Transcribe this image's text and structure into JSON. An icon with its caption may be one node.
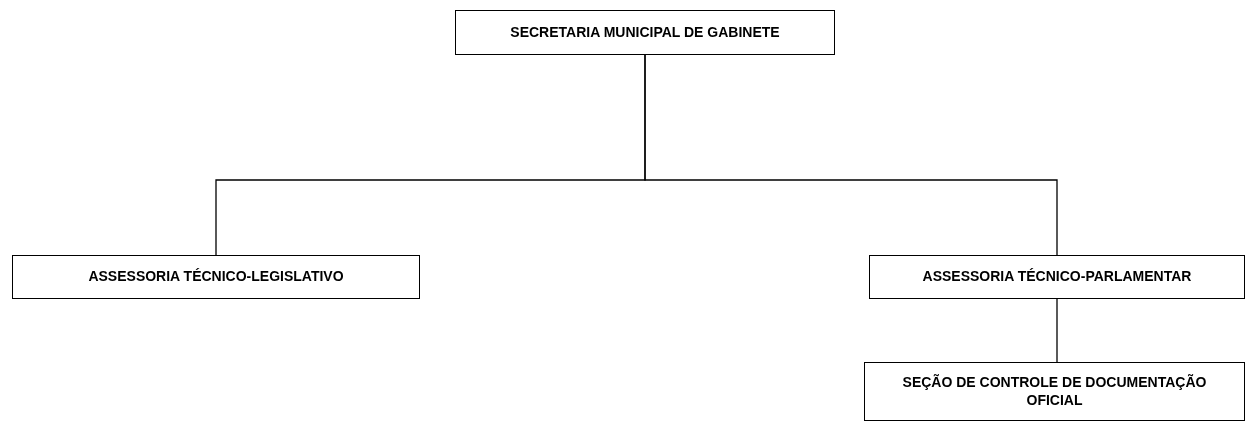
{
  "diagram": {
    "nodes": [
      {
        "text": [
          "SECRETARIA MUNICIPAL DE GABINETE"
        ]
      },
      {
        "text": [
          "ASSESSORIA TÉCNICO-LEGISLATIVO"
        ]
      },
      {
        "text": [
          "ASSESSORIA TÉCNICO-PARLAMENTAR"
        ]
      },
      {
        "text": [
          "SEÇÃO DE CONTROLE DE DOCUMENTAÇÃO OFICIAL"
        ]
      }
    ],
    "edges": [
      {
        "from": 0,
        "to": 1,
        "arrow": "none"
      },
      {
        "from": 0,
        "to": 2,
        "arrow": "none"
      },
      {
        "from": 2,
        "to": 3,
        "arrow": "none"
      }
    ]
  }
}
